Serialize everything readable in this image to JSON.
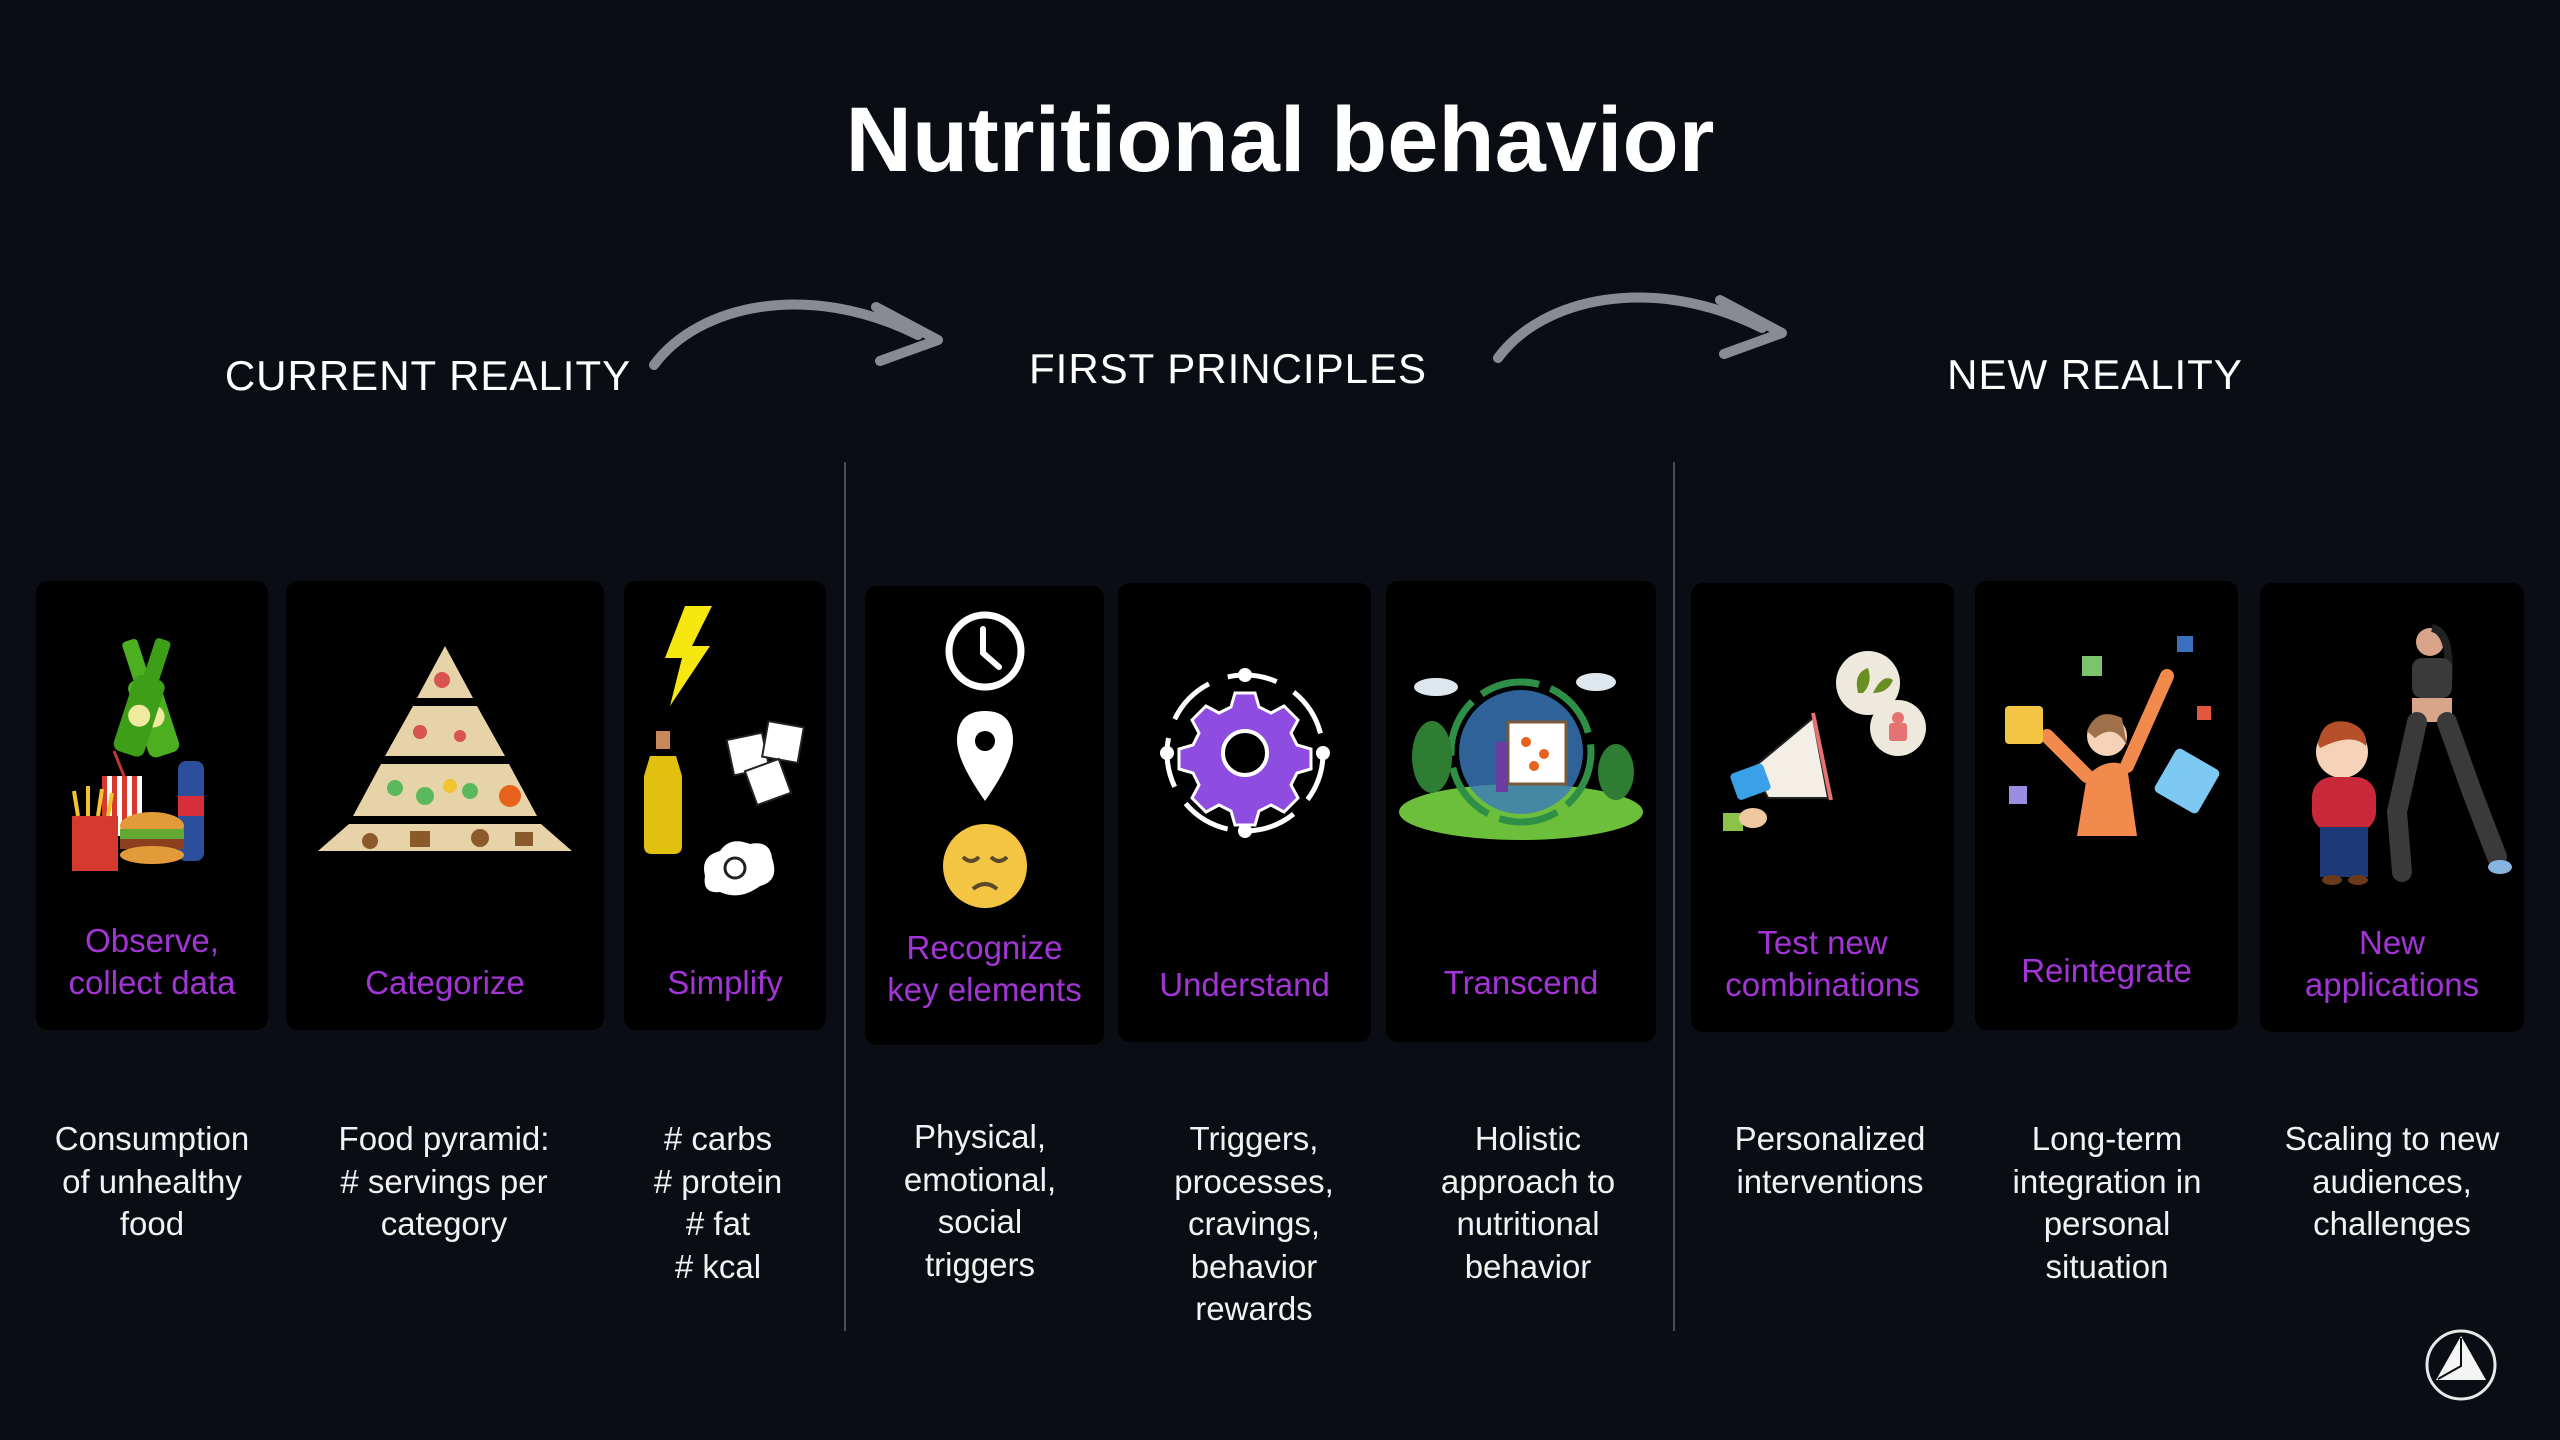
{
  "title": "Nutritional behavior",
  "phases": [
    {
      "label": "CURRENT REALITY"
    },
    {
      "label": "FIRST PRINCIPLES"
    },
    {
      "label": "NEW REALITY"
    }
  ],
  "colors": {
    "background": "#0b0d15",
    "card": "#000000",
    "accent_purple": "#a335d6",
    "arrow_gray": "#8a8b90",
    "text": "#ffffff"
  },
  "steps": [
    {
      "label_lines": [
        "Observe,",
        "collect data"
      ],
      "icon": "junk-food-icon",
      "desc_lines": [
        "Consumption",
        "of unhealthy",
        "food"
      ]
    },
    {
      "label_lines": [
        "Categorize"
      ],
      "icon": "food-pyramid-icon",
      "desc_lines": [
        "Food pyramid:",
        "# servings per",
        "category"
      ]
    },
    {
      "label_lines": [
        "Simplify"
      ],
      "icon": "macronutrients-icon",
      "desc_lines": [
        "# carbs",
        "# protein",
        "# fat",
        "# kcal"
      ]
    },
    {
      "label_lines": [
        "Recognize",
        "key elements"
      ],
      "icon": "time-place-mood-icon",
      "desc_lines": [
        "Physical,",
        "emotional,",
        "social",
        "triggers"
      ]
    },
    {
      "label_lines": [
        "Understand"
      ],
      "icon": "gear-cycle-icon",
      "desc_lines": [
        "Triggers,",
        "processes,",
        "cravings,",
        "behavior",
        "rewards"
      ]
    },
    {
      "label_lines": [
        "Transcend"
      ],
      "icon": "holistic-world-icon",
      "desc_lines": [
        "Holistic",
        "approach to",
        "nutritional",
        "behavior"
      ]
    },
    {
      "label_lines": [
        "Test new",
        "combinations"
      ],
      "icon": "megaphone-icon",
      "desc_lines": [
        "Personalized",
        "interventions"
      ]
    },
    {
      "label_lines": [
        "Reintegrate"
      ],
      "icon": "puzzle-person-icon",
      "desc_lines": [
        "Long-term",
        "integration in",
        "personal",
        "situation"
      ]
    },
    {
      "label_lines": [
        "New",
        "applications"
      ],
      "icon": "runner-icon",
      "desc_lines": [
        "Scaling to new",
        "audiences,",
        "challenges"
      ]
    }
  ],
  "logo": {
    "icon": "triangle-circle-logo-icon"
  }
}
